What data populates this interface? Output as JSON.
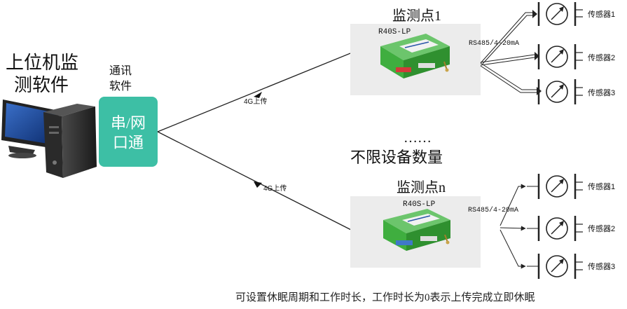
{
  "host": {
    "title_line1": "上位机监",
    "title_line2": "测软件",
    "comm_label_line1": "通讯",
    "comm_label_line2": "软件",
    "port_line1": "串/网",
    "port_line2": "口通"
  },
  "links": {
    "upper": "4G上传",
    "lower": "4G上传"
  },
  "node1": {
    "title": "监测点1",
    "device": "R40S-LP",
    "bus": "RS485/4-20mA",
    "sensors": [
      "传感器1",
      "传感器2",
      "传感器3"
    ]
  },
  "middle": {
    "ellipsis": "……",
    "unlimited": "不限设备数量"
  },
  "noden": {
    "title": "监测点n",
    "device": "R40S-LP",
    "bus": "RS485/4-20mA",
    "sensors": [
      "传感器1",
      "传感器2",
      "传感器3"
    ]
  },
  "footer": {
    "note": "可设置休眠周期和工作时长，工作时长为0表示上传完成立即休眠"
  },
  "colors": {
    "teal": "#3dbfa5",
    "device_green": "#3fae3f",
    "line": "#222222"
  }
}
